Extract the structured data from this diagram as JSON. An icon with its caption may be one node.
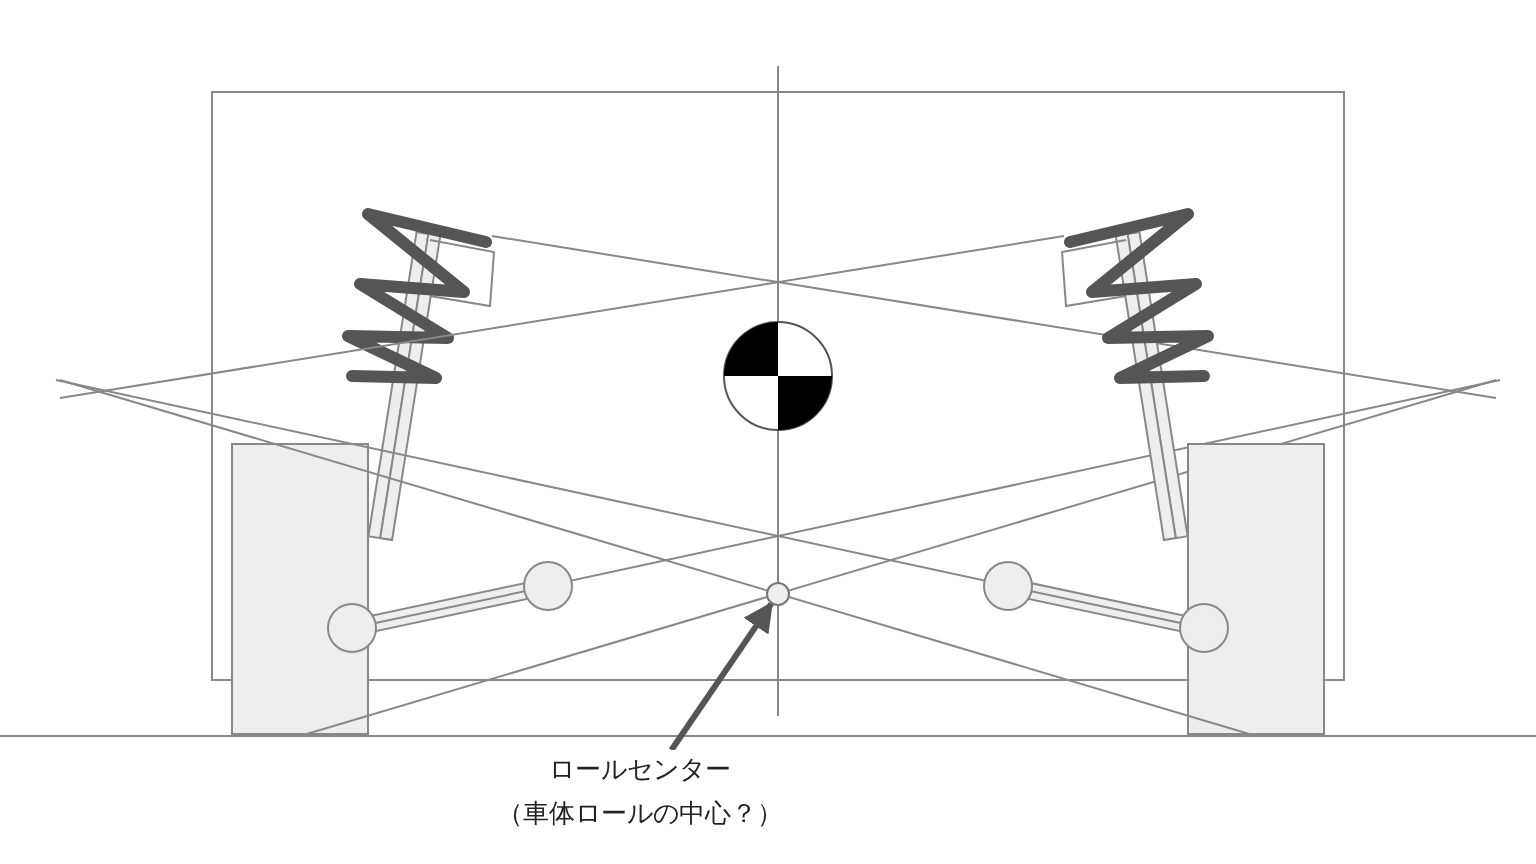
{
  "diagram": {
    "nodes": [
      {
        "text": [
          "ロールセンター",
          "（車体ロールの中心？）"
        ]
      },
      {
        "text": [],
        "shape": "circle"
      }
    ],
    "edges": [
      {
        "from": 0,
        "to": 1,
        "arrow": "to"
      }
    ]
  }
}
